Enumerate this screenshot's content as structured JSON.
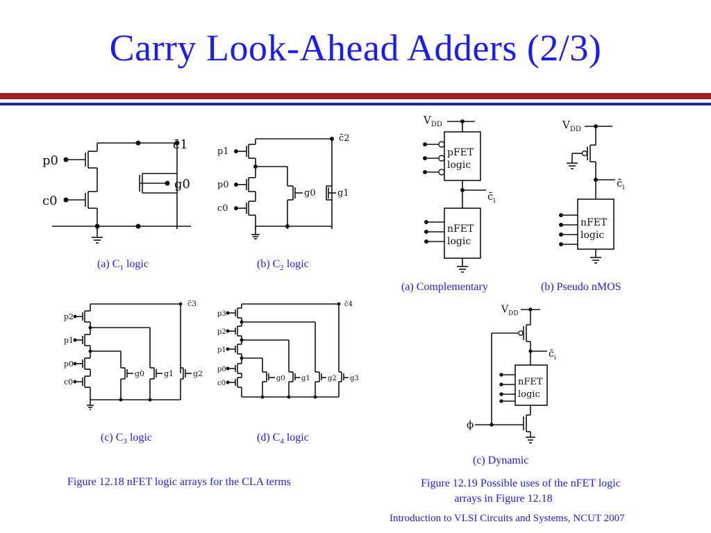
{
  "slide": {
    "title": "Carry Look-Ahead Adders (2/3)",
    "footer": "Introduction to VLSI Circuits and Systems, NCUT  2007"
  },
  "fig_12_18": {
    "caption": "Figure 12.18 nFET logic arrays for the CLA terms",
    "panels": [
      {
        "prefix": "(a) C",
        "sub": "1",
        "suffix": " logic",
        "out": "c̄1",
        "inputs": [
          "p0",
          "c0"
        ],
        "gates": [
          "g0"
        ]
      },
      {
        "prefix": "(b) C",
        "sub": "2",
        "suffix": " logic",
        "out": "c̄2",
        "inputs": [
          "p1",
          "p0",
          "c0"
        ],
        "gates": [
          "g0",
          "g1"
        ]
      },
      {
        "prefix": "(c) C",
        "sub": "3",
        "suffix": " logic",
        "out": "c̄3",
        "inputs": [
          "p2",
          "p1",
          "p0",
          "c0"
        ],
        "gates": [
          "g0",
          "g1",
          "g2"
        ]
      },
      {
        "prefix": "(d) C",
        "sub": "4",
        "suffix": " logic",
        "out": "c̄4",
        "inputs": [
          "p3",
          "p2",
          "p1",
          "p0",
          "c0"
        ],
        "gates": [
          "g0",
          "g1",
          "g2",
          "g3"
        ]
      }
    ]
  },
  "fig_12_19": {
    "caption_line1": "Figure 12.19 Possible uses of the nFET logic",
    "caption_line2": "arrays in Figure 12.18",
    "vdd": "V",
    "vdd_sub": "DD",
    "out": "c̄",
    "out_sub": "i",
    "pfet_block": [
      "pFET",
      "logic"
    ],
    "nfet_block": [
      "nFET",
      "logic"
    ],
    "clock": "ϕ",
    "panels": [
      {
        "caption": "(a) Complementary"
      },
      {
        "caption": "(b) Pseudo nMOS"
      },
      {
        "caption": "(c) Dynamic"
      }
    ]
  }
}
